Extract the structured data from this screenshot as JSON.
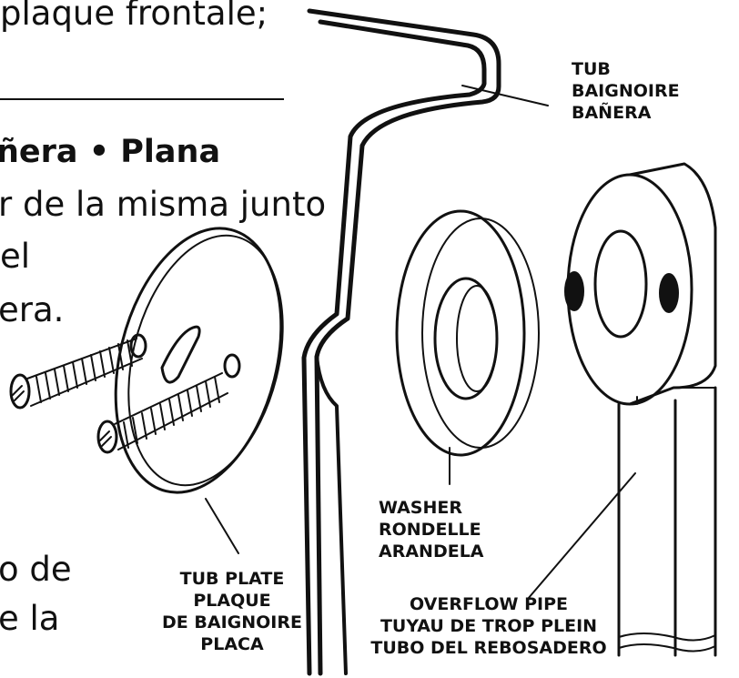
{
  "text": {
    "line_top": "plaque frontale;",
    "heading": "ñera  • Plana",
    "line1": "r de la misma junto",
    "line2": "el",
    "line3": "era.",
    "line4": "o de",
    "line5": "e la"
  },
  "labels": {
    "tub": [
      "TUB",
      "BAIGNOIRE",
      "BAÑERA"
    ],
    "tub_plate": [
      "TUB PLATE",
      "PLAQUE",
      "DE BAIGNOIRE",
      "PLACA"
    ],
    "washer": [
      "WASHER",
      "RONDELLE",
      "ARANDELA"
    ],
    "overflow_pipe": [
      "OVERFLOW PIPE",
      "TUYAU DE TROP PLEIN",
      "TUBO DEL REBOSADERO"
    ]
  }
}
